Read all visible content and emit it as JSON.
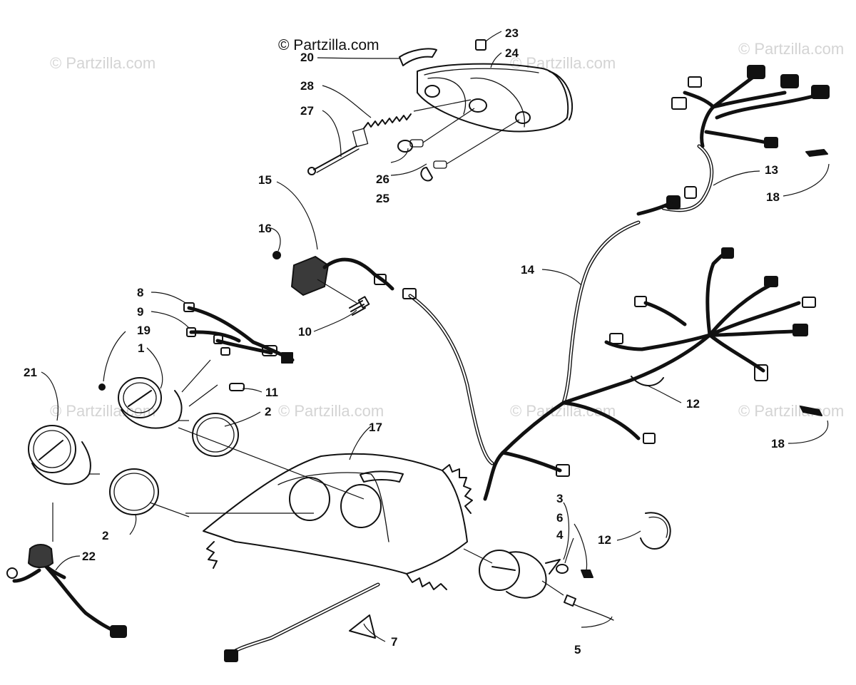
{
  "watermarks": {
    "top": "© Partzilla.com",
    "faint": "© Partzilla.com"
  },
  "callouts": {
    "c1": "1",
    "c2a": "2",
    "c2b": "2",
    "c3": "3",
    "c4": "4",
    "c5": "5",
    "c6": "6",
    "c7": "7",
    "c8": "8",
    "c9": "9",
    "c10": "10",
    "c11": "11",
    "c12a": "12",
    "c12b": "12",
    "c13": "13",
    "c14": "14",
    "c15": "15",
    "c16": "16",
    "c17": "17",
    "c18a": "18",
    "c18b": "18",
    "c19": "19",
    "c20": "20",
    "c21": "21",
    "c22": "22",
    "c23": "23",
    "c24": "24",
    "c25": "25",
    "c26": "26",
    "c27": "27",
    "c28": "28"
  }
}
